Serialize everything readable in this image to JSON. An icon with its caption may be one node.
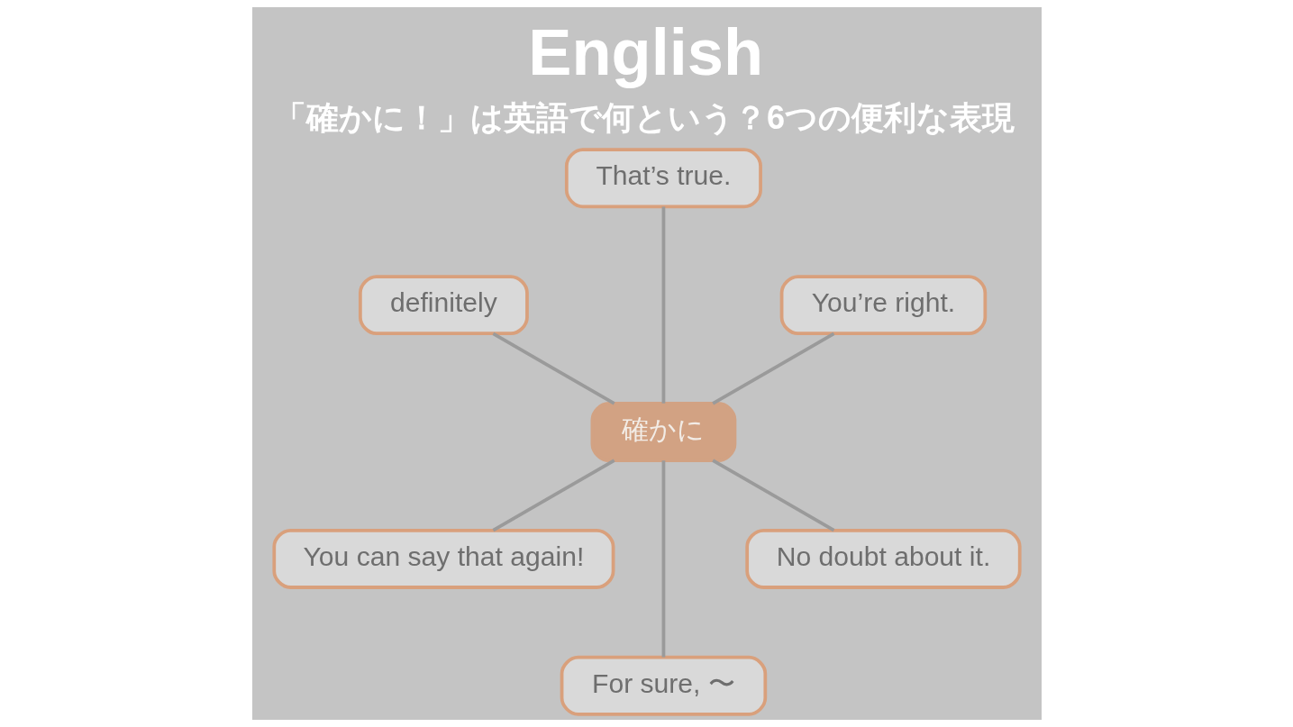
{
  "diagram": {
    "title": "English",
    "caption": "「確かに！」は英語で何という？6つの便利な表現",
    "nodes": [
      {
        "text": [
          "That’s true."
        ]
      },
      {
        "text": [
          "definitely"
        ]
      },
      {
        "text": [
          "You’re right."
        ]
      },
      {
        "text": [
          "確かに"
        ]
      },
      {
        "text": [
          "You can say that again!"
        ]
      },
      {
        "text": [
          "No doubt about it."
        ]
      },
      {
        "text": [
          "For sure, 〜"
        ]
      }
    ],
    "edges": [
      {
        "from": 3,
        "to": 0,
        "arrow": "none"
      },
      {
        "from": 3,
        "to": 1,
        "arrow": "none"
      },
      {
        "from": 3,
        "to": 2,
        "arrow": "none"
      },
      {
        "from": 3,
        "to": 4,
        "arrow": "none"
      },
      {
        "from": 3,
        "to": 5,
        "arrow": "none"
      },
      {
        "from": 3,
        "to": 6,
        "arrow": "none"
      }
    ]
  }
}
